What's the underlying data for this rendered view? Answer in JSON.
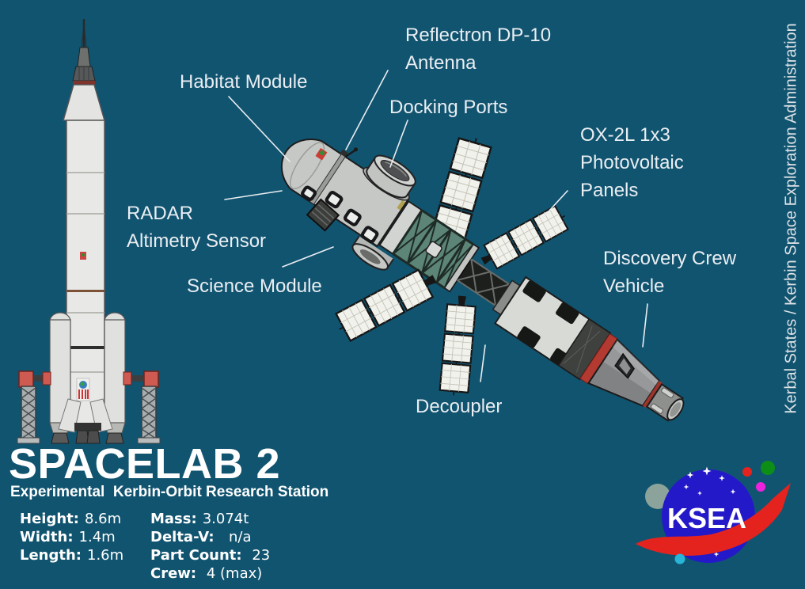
{
  "poster": {
    "background_color": "#115470",
    "label_text_color": "#eaeef2",
    "title_text_color": "#ffffff"
  },
  "callouts": [
    {
      "id": "habitat-module",
      "lines": [
        "Habitat Module"
      ]
    },
    {
      "id": "reflectron-dp10-antenna",
      "lines": [
        "Reflectron DP-10",
        "Antenna"
      ]
    },
    {
      "id": "docking-ports",
      "lines": [
        "Docking Ports"
      ]
    },
    {
      "id": "ox2l-photovoltaic-panels",
      "lines": [
        "OX-2L 1x3",
        "Photovoltaic",
        "Panels"
      ]
    },
    {
      "id": "discovery-crew-vehicle",
      "lines": [
        "Discovery Crew",
        "Vehicle"
      ]
    },
    {
      "id": "radar-altimetry-sensor",
      "lines": [
        "RADAR",
        "Altimetry Sensor"
      ]
    },
    {
      "id": "science-module",
      "lines": [
        "Science Module"
      ]
    },
    {
      "id": "decoupler",
      "lines": [
        "Decoupler"
      ]
    }
  ],
  "title_block": {
    "title": "SPACELAB 2",
    "subtitle": "Experimental  Kerbin-Orbit Research Station"
  },
  "stats": {
    "left": [
      {
        "label": "Height:",
        "value": "8.6m"
      },
      {
        "label": "Width:",
        "value": "1.4m"
      },
      {
        "label": "Length:",
        "value": "1.6m"
      }
    ],
    "right": [
      {
        "label": "Mass:",
        "value": "3.074t"
      },
      {
        "label": "Delta-V:",
        "value": "  n/a"
      },
      {
        "label": "Part Count:",
        "value": " 23"
      },
      {
        "label": "Crew:",
        "value": " 4 (max)"
      }
    ]
  },
  "credit_vertical": "Kerbal States / Kerbin Space Exploration Administration",
  "logo": {
    "text": "KSEA",
    "blue": "#2419c9",
    "red": "#e5231e",
    "dots": {
      "green": "#0d8f17",
      "magenta": "#ee22dd",
      "cyan": "#29b5d8",
      "gray_green": "#8ba39b"
    }
  },
  "station_colors": {
    "hull_gray": "#c6c8c6",
    "science_teal": "#5d8577",
    "band_red": "#b23a30"
  }
}
